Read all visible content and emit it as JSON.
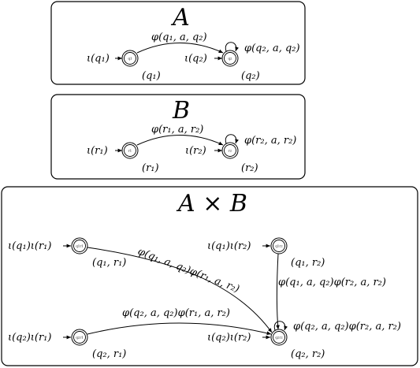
{
  "panels": [
    {
      "title": "A",
      "states": [
        {
          "tag": "q1",
          "init": "ι(q₁)",
          "name": "(q₁)"
        },
        {
          "tag": "q2",
          "init": "ι(q₂)",
          "name": "(q₂)"
        }
      ],
      "edges": [
        {
          "label": "φ(q₁, a, q₂)"
        },
        {
          "label": "φ(q₂, a, q₂)"
        }
      ]
    },
    {
      "title": "B",
      "states": [
        {
          "tag": "r1",
          "init": "ι(r₁)",
          "name": "(r₁)"
        },
        {
          "tag": "r2",
          "init": "ι(r₂)",
          "name": "(r₂)"
        }
      ],
      "edges": [
        {
          "label": "φ(r₁, a, r₂)"
        },
        {
          "label": "φ(r₂, a, r₂)"
        }
      ]
    },
    {
      "title": "A × B",
      "states": [
        {
          "tag": "q1r1",
          "init": "ι(q₁)ι(r₁)",
          "name": "(q₁, r₁)"
        },
        {
          "tag": "q1r2",
          "init": "ι(q₁)ι(r₂)",
          "name": "(q₁, r₂)"
        },
        {
          "tag": "q2r1",
          "init": "ι(q₂)ι(r₁)",
          "name": "(q₂, r₁)"
        },
        {
          "tag": "q2r2",
          "init": "ι(q₂)ι(r₂)",
          "name": "(q₂, r₂)"
        }
      ],
      "edges": [
        {
          "label": "φ(q₁, a, q₂)φ(r₁, a, r₂)"
        },
        {
          "label": "φ(q₁, a, q₂)φ(r₂, a, r₂)"
        },
        {
          "label": "φ(q₂, a, q₂)φ(r₁, a, r₂)"
        },
        {
          "label": "φ(q₂, a, q₂)φ(r₂, a, r₂)"
        }
      ]
    }
  ]
}
